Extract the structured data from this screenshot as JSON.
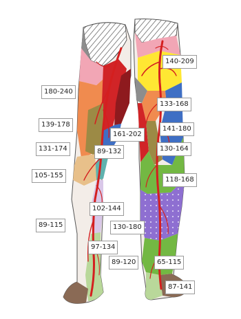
{
  "labels": [
    {
      "id": "l180_240",
      "text": "180-240"
    },
    {
      "id": "l139_178",
      "text": "139-178"
    },
    {
      "id": "l131_174",
      "text": "131-174"
    },
    {
      "id": "l105_155",
      "text": "105-155"
    },
    {
      "id": "l89_115",
      "text": "89-115"
    },
    {
      "id": "l161_202",
      "text": "161-202"
    },
    {
      "id": "l89_132",
      "text": "89-132"
    },
    {
      "id": "l102_144",
      "text": "102-144"
    },
    {
      "id": "l130_180",
      "text": "130-180"
    },
    {
      "id": "l97_134",
      "text": "97-134"
    },
    {
      "id": "l89_120",
      "text": "89-120"
    },
    {
      "id": "l140_209",
      "text": "140-209"
    },
    {
      "id": "l133_168",
      "text": "133-168"
    },
    {
      "id": "l141_180",
      "text": "141-180"
    },
    {
      "id": "l130_164",
      "text": "130-164"
    },
    {
      "id": "l118_168",
      "text": "118-168"
    },
    {
      "id": "l65_115",
      "text": "65-115"
    },
    {
      "id": "l87_141",
      "text": "87-141"
    }
  ],
  "colors": {
    "background": "#ffffff",
    "skin": "#f3ede8",
    "artery": "#d41f1f",
    "pink": "#f2a6b5",
    "red": "#d12427",
    "darkred": "#8e1a1e",
    "orange": "#f08b4f",
    "olive": "#9c8a45",
    "green": "#73b843",
    "lightgreen": "#b9d89a",
    "blue": "#3f6fc4",
    "teal": "#5fb2ae",
    "yellow": "#ffe733",
    "purple": "#8e6fd1",
    "lavender": "#d9c7e8",
    "brown": "#8a6a55",
    "gray": "#8d8d8d",
    "tan": "#e8c08a"
  }
}
